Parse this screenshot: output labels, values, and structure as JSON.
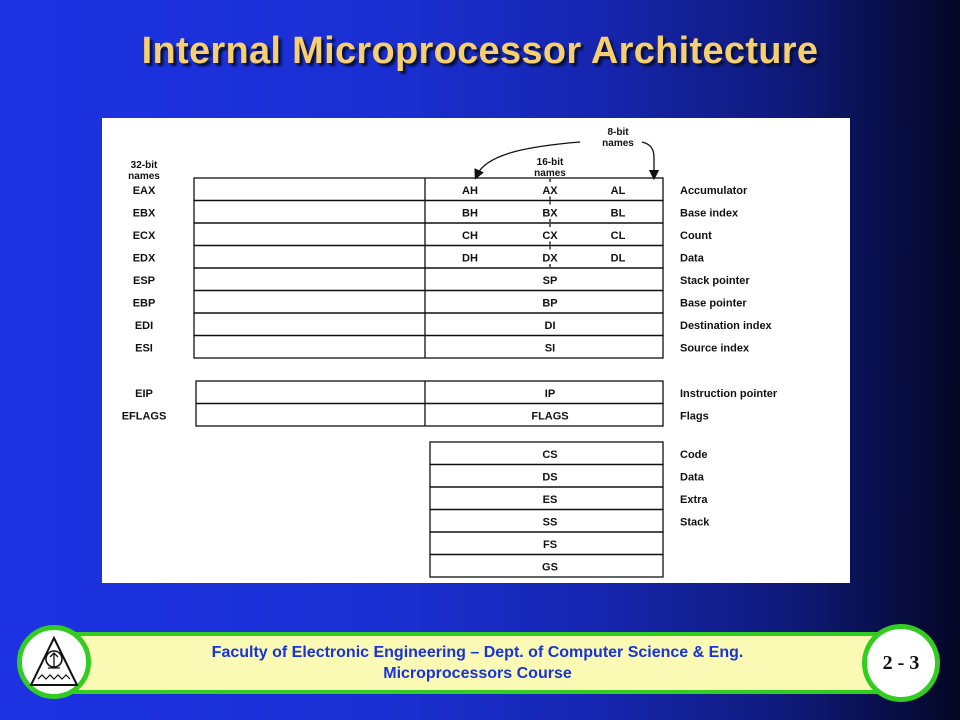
{
  "slide": {
    "title": "Internal Microprocessor Architecture"
  },
  "diagram": {
    "header_32": [
      "32-bit",
      "names"
    ],
    "header_16": [
      "16-bit",
      "names"
    ],
    "header_8": [
      "8-bit",
      "names"
    ],
    "general_registers": [
      {
        "name32": "EAX",
        "high": "AH",
        "name16": "AX",
        "low": "AL",
        "desc": "Accumulator"
      },
      {
        "name32": "EBX",
        "high": "BH",
        "name16": "BX",
        "low": "BL",
        "desc": "Base index"
      },
      {
        "name32": "ECX",
        "high": "CH",
        "name16": "CX",
        "low": "CL",
        "desc": "Count"
      },
      {
        "name32": "EDX",
        "high": "DH",
        "name16": "DX",
        "low": "DL",
        "desc": "Data"
      },
      {
        "name32": "ESP",
        "high": "",
        "name16": "SP",
        "low": "",
        "desc": "Stack pointer"
      },
      {
        "name32": "EBP",
        "high": "",
        "name16": "BP",
        "low": "",
        "desc": "Base pointer"
      },
      {
        "name32": "EDI",
        "high": "",
        "name16": "DI",
        "low": "",
        "desc": "Destination index"
      },
      {
        "name32": "ESI",
        "high": "",
        "name16": "SI",
        "low": "",
        "desc": "Source index"
      }
    ],
    "special_registers": [
      {
        "name32": "EIP",
        "name16": "IP",
        "desc": "Instruction pointer"
      },
      {
        "name32": "EFLAGS",
        "name16": "FLAGS",
        "desc": "Flags"
      }
    ],
    "segment_registers": [
      {
        "name": "CS",
        "desc": "Code"
      },
      {
        "name": "DS",
        "desc": "Data"
      },
      {
        "name": "ES",
        "desc": "Extra"
      },
      {
        "name": "SS",
        "desc": "Stack"
      },
      {
        "name": "FS",
        "desc": ""
      },
      {
        "name": "GS",
        "desc": ""
      }
    ]
  },
  "footer": {
    "line1": "Faculty of Electronic Engineering – Dept. of Computer Science & Eng.",
    "line2": "Microprocessors Course",
    "page_number": "2 - 3"
  },
  "colors": {
    "title": "#f7cf6f",
    "footer_text": "#1733d9",
    "footer_bg": "#fafab4",
    "footer_border": "#33cc22"
  }
}
